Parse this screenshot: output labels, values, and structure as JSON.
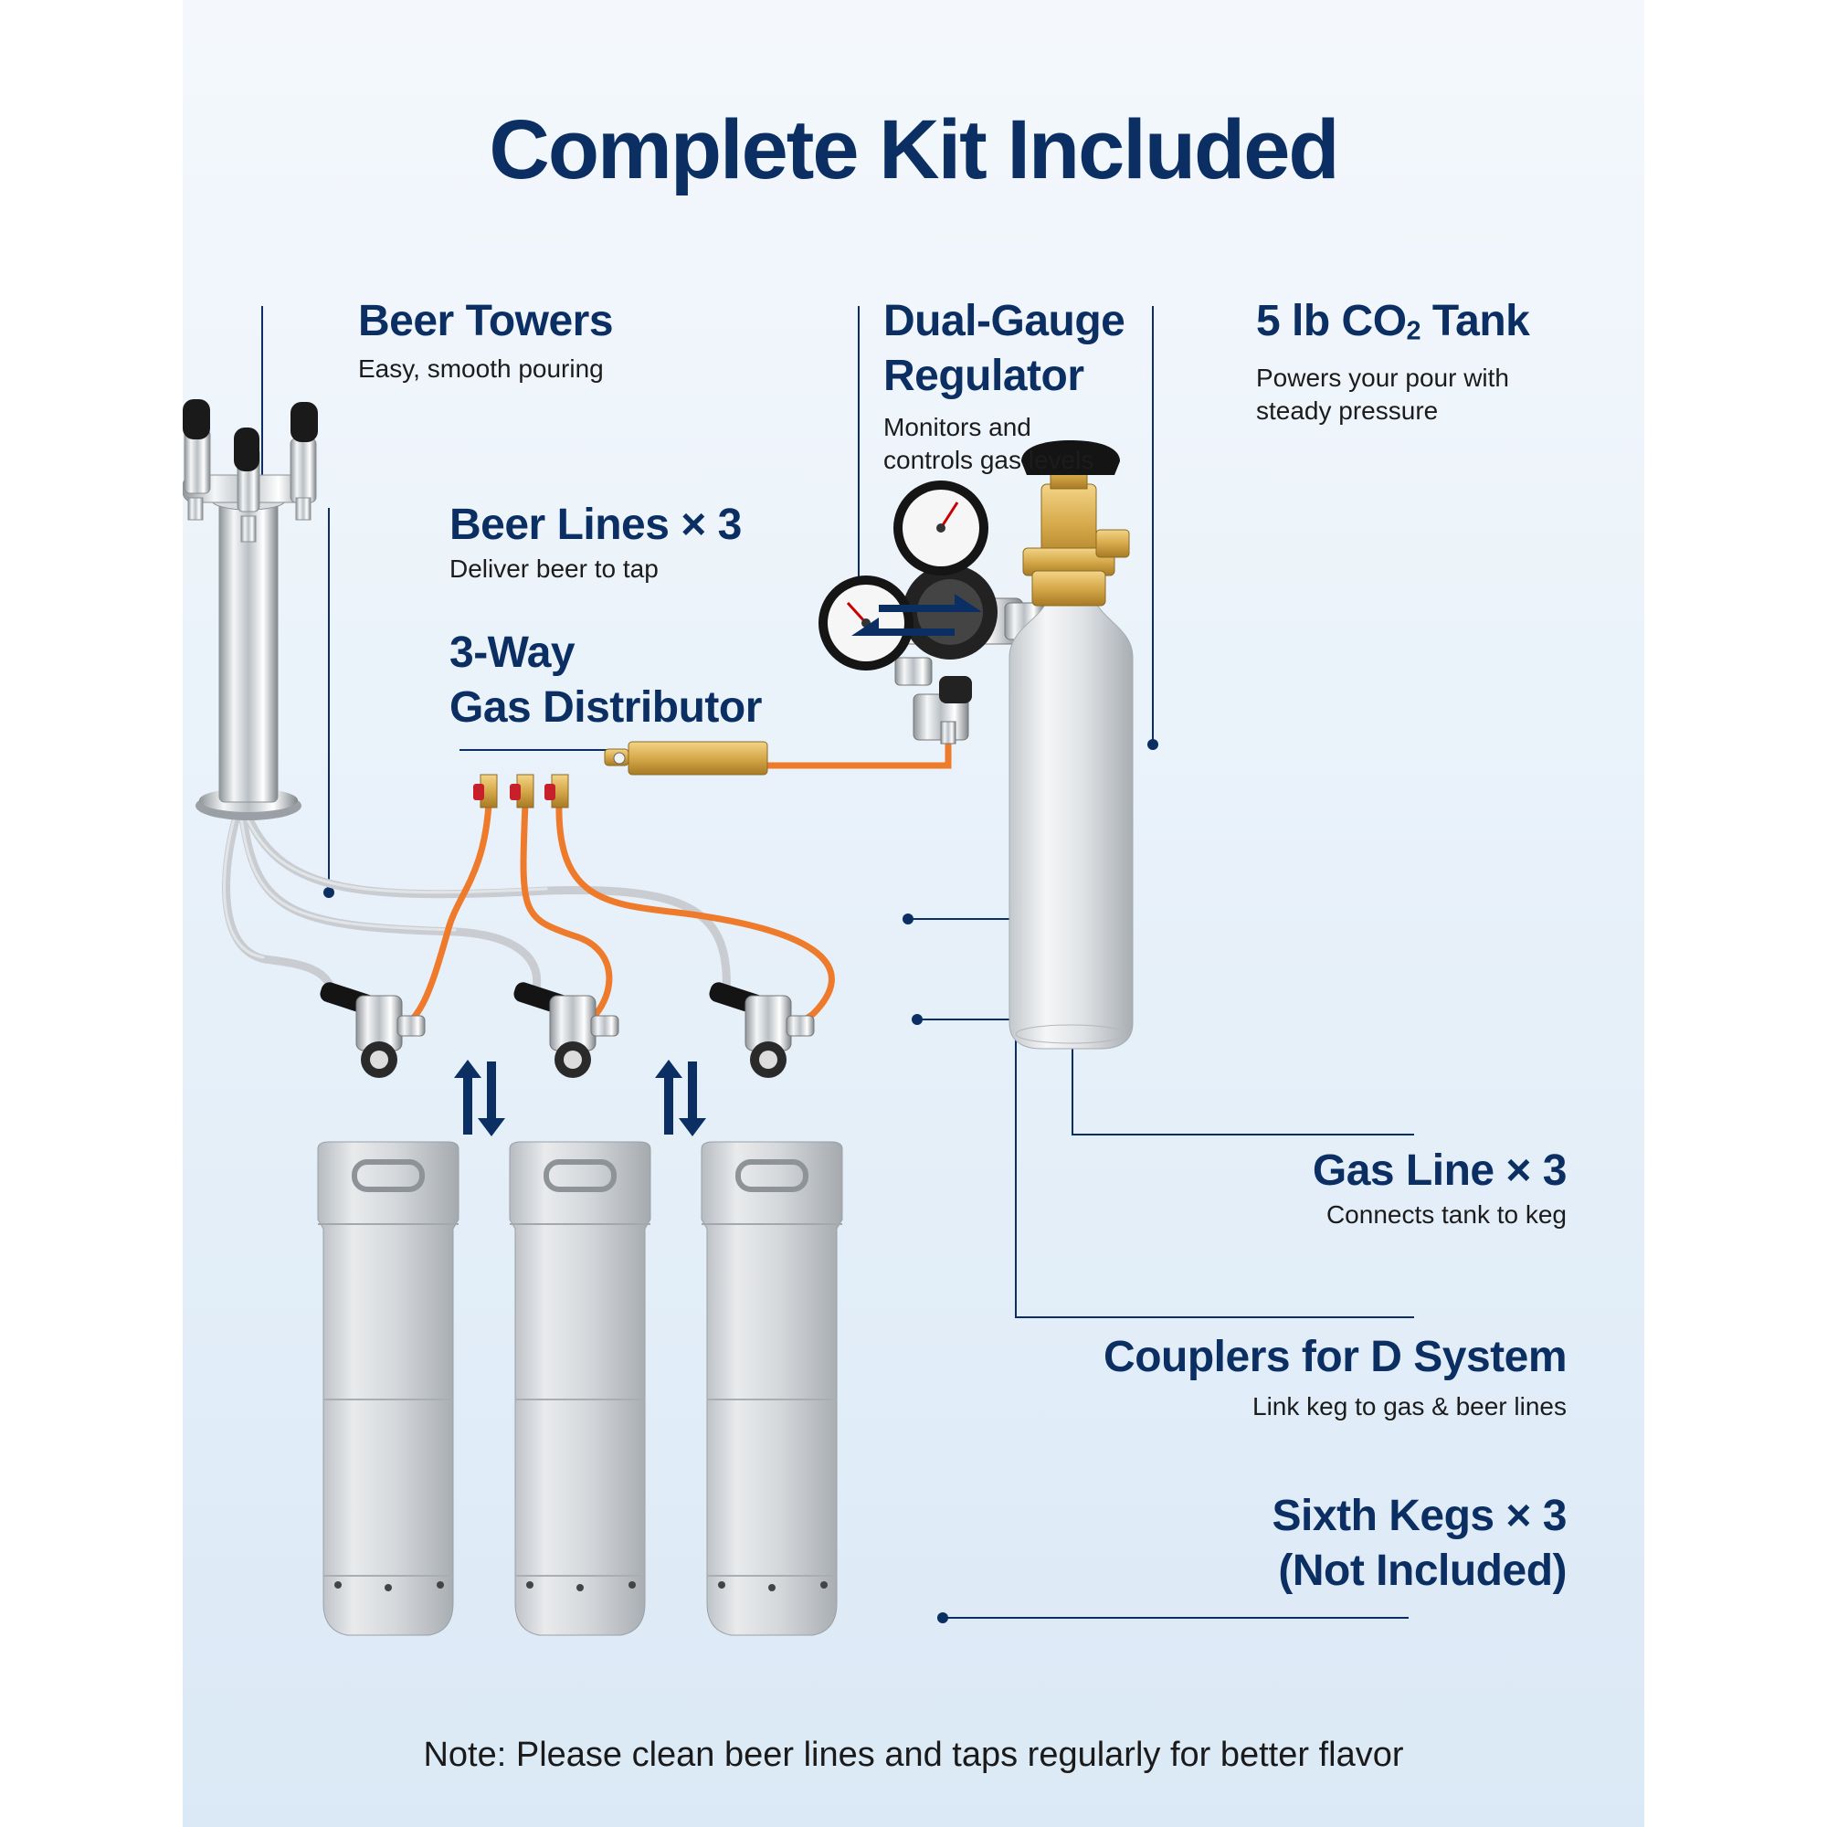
{
  "title": "Complete Kit Included",
  "labels": {
    "beer_towers": {
      "heading": "Beer Towers",
      "sub": "Easy, smooth pouring"
    },
    "regulator": {
      "heading_line1": "Dual-Gauge",
      "heading_line2": "Regulator",
      "sub_line1": "Monitors and",
      "sub_line2": "controls gas levels"
    },
    "co2_tank": {
      "heading_pre": "5 lb CO",
      "heading_sub": "2",
      "heading_post": " Tank",
      "sub_line1": "Powers your pour with",
      "sub_line2": "steady pressure"
    },
    "beer_lines": {
      "heading": "Beer Lines × 3",
      "sub": "Deliver beer to tap"
    },
    "distributor": {
      "heading_line1": "3-Way",
      "heading_line2": "Gas Distributor"
    },
    "gas_line": {
      "heading": "Gas Line × 3",
      "sub": "Connects tank to keg"
    },
    "couplers": {
      "heading": "Couplers for D System",
      "sub": "Link keg to gas & beer lines"
    },
    "kegs": {
      "heading_line1": "Sixth Kegs × 3",
      "heading_line2": "(Not Included)"
    }
  },
  "note": "Note: Please clean beer lines and taps regularly for better flavor",
  "colors": {
    "navy": "#0b2f63",
    "gas_hose": "#ee7a2c",
    "beer_hose": "#c9cdd1",
    "brass": "#d6a94a",
    "steel": "#d7dbdf"
  }
}
